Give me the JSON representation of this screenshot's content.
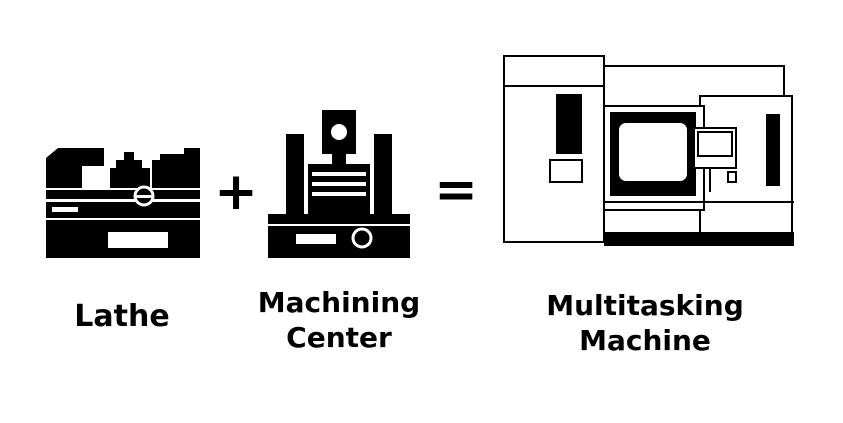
{
  "operators": {
    "plus": "+",
    "equals": "="
  },
  "labels": {
    "lathe": "Lathe",
    "machining_center_line1": "Machining",
    "machining_center_line2": "Center",
    "multitasking_line1": "Multitasking",
    "multitasking_line2": "Machine"
  },
  "icons": {
    "lathe": "lathe-icon",
    "machining_center": "machining-center-icon",
    "multitasking": "multitasking-machine-icon"
  },
  "colors": {
    "ink": "#000000",
    "background": "#ffffff"
  }
}
